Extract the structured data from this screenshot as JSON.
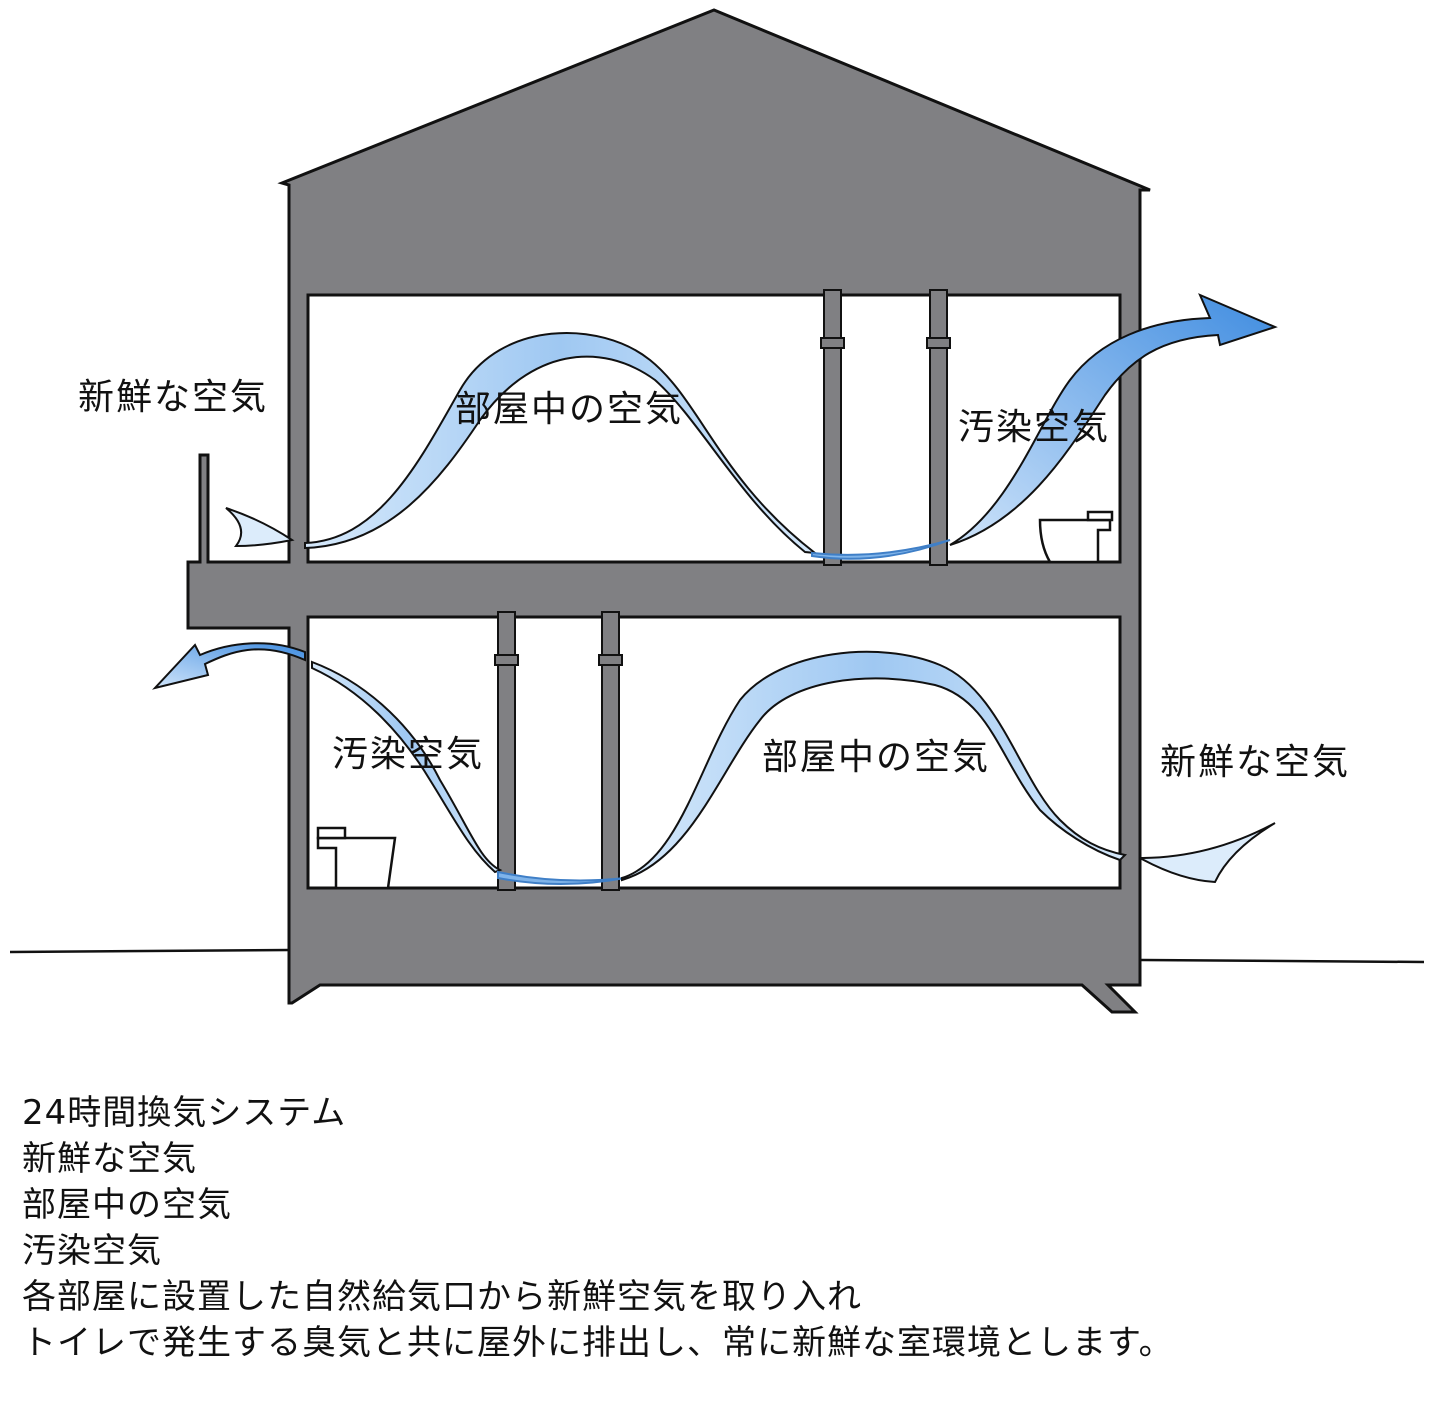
{
  "diagram": {
    "labels": {
      "upper_fresh": "新鮮な空気",
      "upper_room": "部屋中の空気",
      "upper_polluted": "汚染空気",
      "lower_polluted": "汚染空気",
      "lower_room": "部屋中の空気",
      "lower_fresh": "新鮮な空気"
    },
    "colors": {
      "wall": "#808083",
      "airflow": "#a9cdf3",
      "airflow_edge": "#4a90d9",
      "outline": "#111111"
    }
  },
  "notes": {
    "line1": "24時間換気システム",
    "line2": "新鮮な空気",
    "line3": "部屋中の空気",
    "line4": "汚染空気",
    "line5": "各部屋に設置した自然給気口から新鮮空気を取り入れ",
    "line6": "トイレで発生する臭気と共に屋外に排出し、常に新鮮な室環境とします。"
  }
}
